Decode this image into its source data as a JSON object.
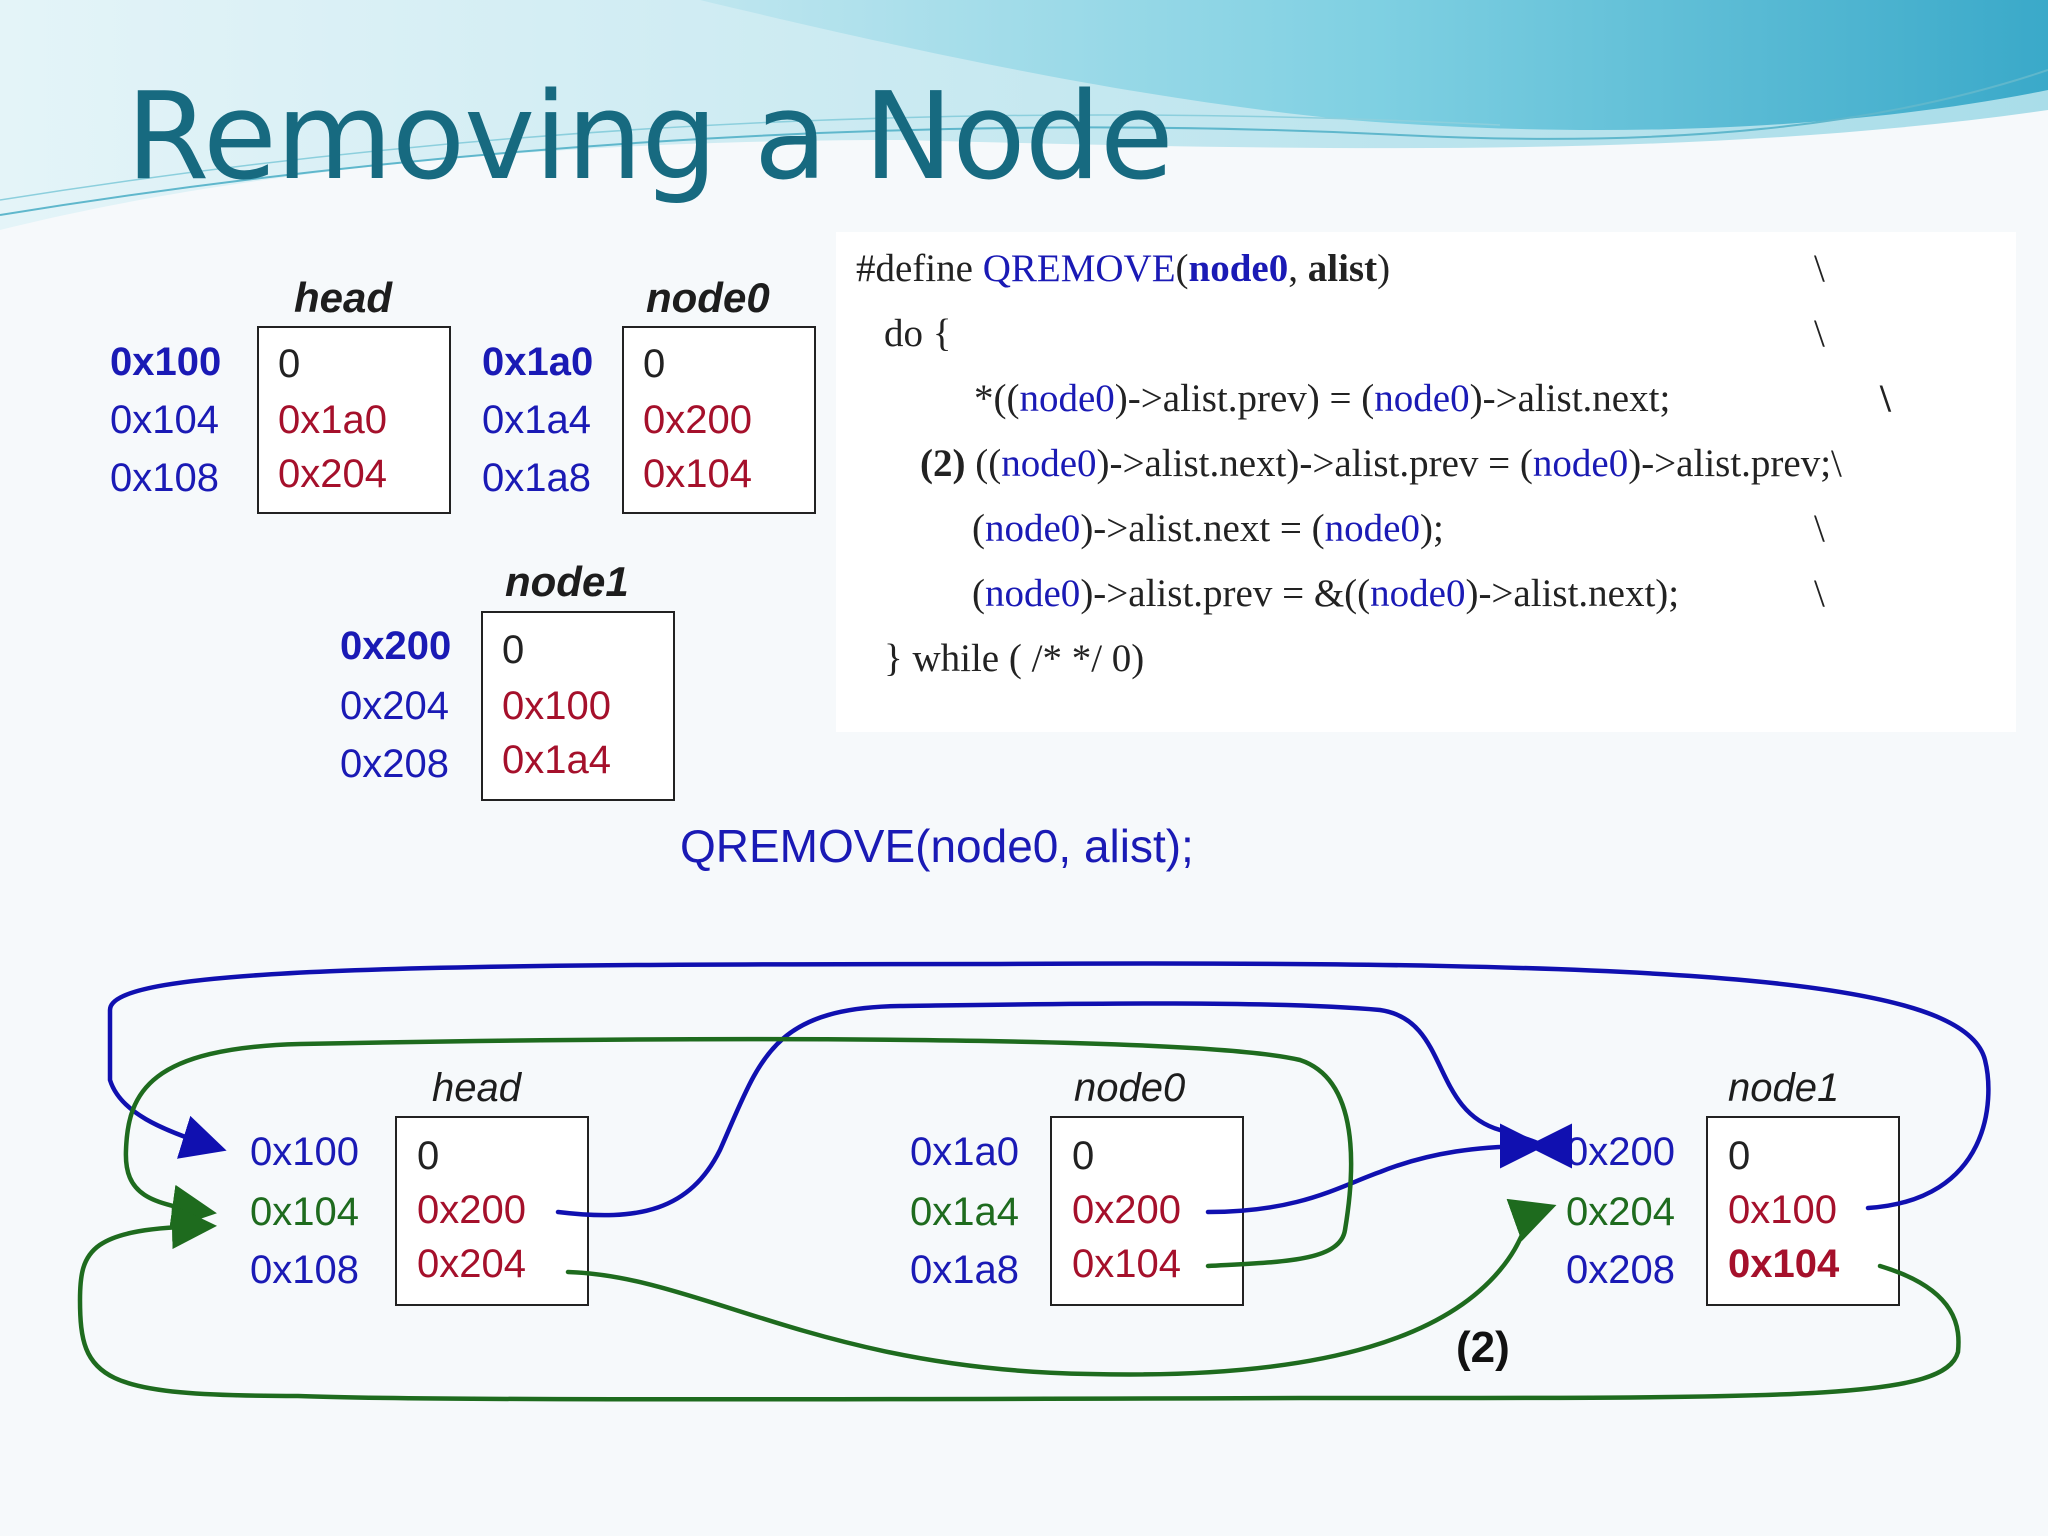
{
  "slide": {
    "title": "Removing a Node",
    "colors": {
      "title": "#176a80",
      "address": "#1a1ab5",
      "pointer_value": "#a5102b",
      "prev_address": "#1e6b1e",
      "next_arrow": "#1010b0",
      "prev_arrow": "#1e6b1e"
    }
  },
  "memory_before": {
    "head": {
      "label": "head",
      "addresses": [
        "0x100",
        "0x104",
        "0x108"
      ],
      "values": [
        "0",
        "0x1a0",
        "0x204"
      ]
    },
    "node0": {
      "label": "node0",
      "addresses": [
        "0x1a0",
        "0x1a4",
        "0x1a8"
      ],
      "values": [
        "0",
        "0x200",
        "0x104"
      ]
    },
    "node1": {
      "label": "node1",
      "addresses": [
        "0x200",
        "0x204",
        "0x208"
      ],
      "values": [
        "0",
        "0x100",
        "0x1a4"
      ]
    }
  },
  "code": {
    "line1": {
      "define": "#define ",
      "name": "QREMOVE",
      "open": "(",
      "arg1": "node0",
      "comma": ", ",
      "arg2": "alist",
      "close": ")"
    },
    "line2": {
      "text": "do {"
    },
    "line3": {
      "p1": "*((",
      "n1": "node0",
      "p2": ")->alist.prev) = (",
      "n2": "node0",
      "p3": ")->alist.next;"
    },
    "line4": {
      "marker": "(2)",
      "p1": " ((",
      "n1": "node0",
      "p2": ")->alist.next)->alist.prev = (",
      "n2": "node0",
      "p3": ")->alist.prev;\\"
    },
    "line5": {
      "p1": "(",
      "n1": "node0",
      "p2": ")->alist.next = (",
      "n2": "node0",
      "p3": ");"
    },
    "line6": {
      "p1": "(",
      "n1": "node0",
      "p2": ")->alist.prev = &((",
      "n2": "node0",
      "p3": ")->alist.next);"
    },
    "line7": {
      "text": "} while ( /* */ 0)"
    },
    "backslash": "\\"
  },
  "macro_call": "QREMOVE(node0, alist);",
  "memory_after": {
    "head": {
      "label": "head",
      "addresses": [
        "0x100",
        "0x104",
        "0x108"
      ],
      "values": [
        "0",
        "0x200",
        "0x204"
      ]
    },
    "node0": {
      "label": "node0",
      "addresses": [
        "0x1a0",
        "0x1a4",
        "0x1a8"
      ],
      "values": [
        "0",
        "0x200",
        "0x104"
      ]
    },
    "node1": {
      "label": "node1",
      "addresses": [
        "0x200",
        "0x204",
        "0x208"
      ],
      "values": [
        "0",
        "0x100",
        "0x104"
      ]
    }
  },
  "step_label": "(2)"
}
